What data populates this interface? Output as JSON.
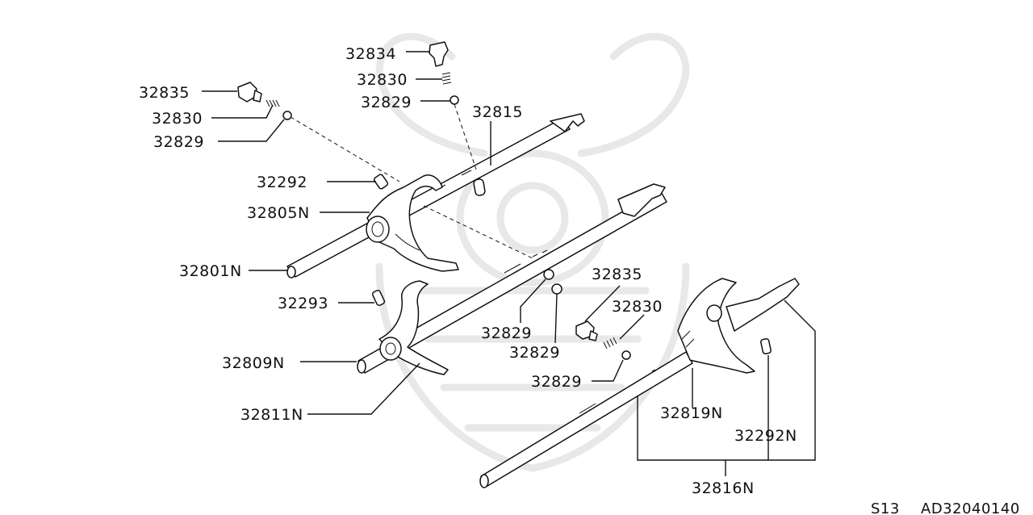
{
  "labels": {
    "p32834": "32834",
    "p32830a": "32830",
    "p32829a": "32829",
    "p32835a": "32835",
    "p32830b": "32830",
    "p32829b": "32829",
    "p32815": "32815",
    "p32292a": "32292",
    "p32805N": "32805N",
    "p32801N": "32801N",
    "p32293": "32293",
    "p32809N": "32809N",
    "p32811N": "32811N",
    "p32829c": "32829",
    "p32829d": "32829",
    "p32835b": "32835",
    "p32830c": "32830",
    "p32829e": "32829",
    "p32819N": "32819N",
    "p32292N": "32292N",
    "p32816N": "32816N"
  },
  "footer": {
    "model": "S13",
    "diagram_code": "AD32040140"
  }
}
